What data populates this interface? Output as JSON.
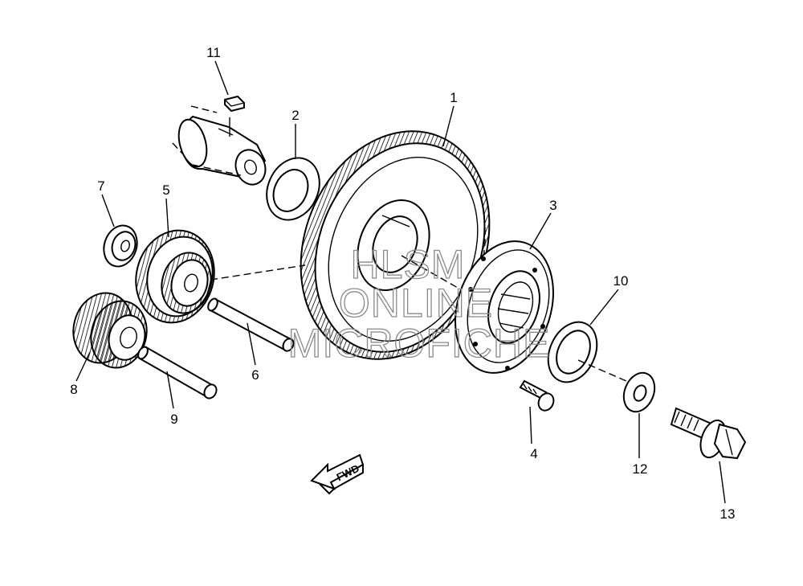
{
  "callouts": {
    "c1": "1",
    "c2": "2",
    "c3": "3",
    "c4": "4",
    "c5": "5",
    "c6": "6",
    "c7": "7",
    "c8": "8",
    "c9": "9",
    "c10": "10",
    "c11": "11",
    "c12": "12",
    "c13": "13"
  },
  "watermark": {
    "line1": "HLSM",
    "line2": "ONLINE",
    "line3": "MICROFICHE"
  },
  "direction_arrow": {
    "label": "FWD",
    "icon": "fwd-arrow-icon"
  },
  "colors": {
    "line": "#000000",
    "watermark": "#8a8a8a",
    "background": "#ffffff"
  }
}
